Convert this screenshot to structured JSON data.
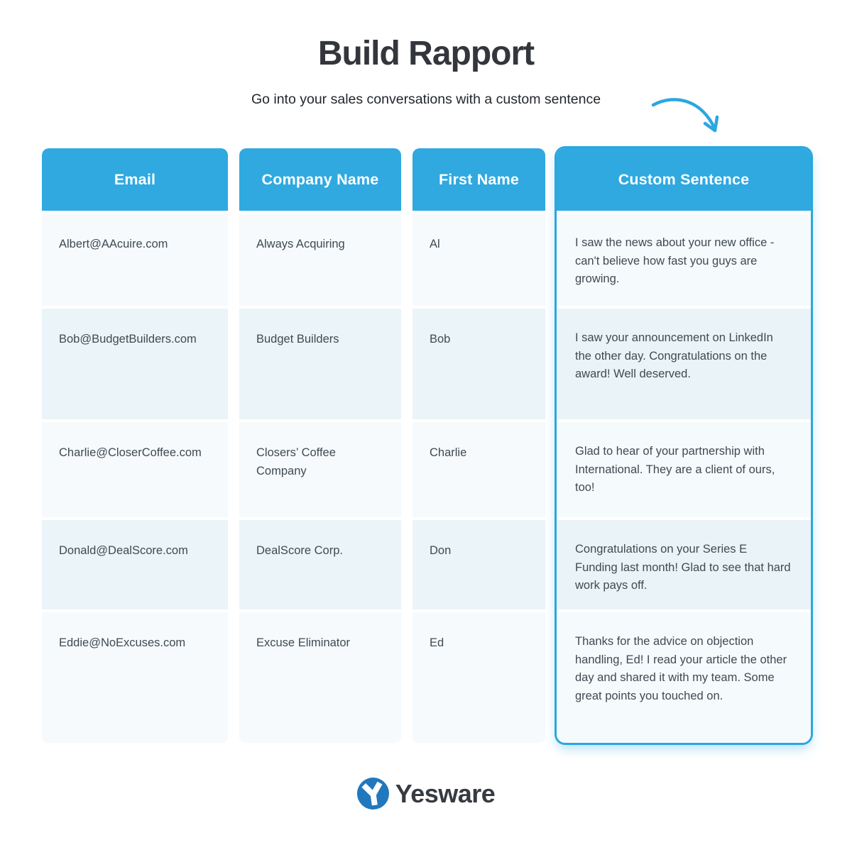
{
  "header": {
    "title": "Build Rapport",
    "subtitle": "Go into your sales conversations with a custom sentence"
  },
  "chart_data": {
    "type": "table",
    "title": "Build Rapport",
    "columns": [
      "Email",
      "Company Name",
      "First Name",
      "Custom Sentence"
    ],
    "rows": [
      [
        "Albert@AAcuire.com",
        "Always Acquiring",
        "Al",
        "I saw the news about your new office - can't believe how fast you guys are growing."
      ],
      [
        "Bob@BudgetBuilders.com",
        "Budget Builders",
        "Bob",
        "I saw your announcement on LinkedIn the other day. Congratulations on the award! Well deserved."
      ],
      [
        "Charlie@CloserCoffee.com",
        "Closers’ Coffee Company",
        "Charlie",
        "Glad to hear of your partnership with International. They are a client of ours, too!"
      ],
      [
        "Donald@DealScore.com",
        "DealScore Corp.",
        "Don",
        "Congratulations on your Series E Funding last month! Glad to see that hard work pays off."
      ],
      [
        "Eddie@NoExcuses.com",
        "Excuse Eliminator",
        "Ed",
        "Thanks for the advice on objection handling, Ed! I read your article the other day and shared it with my team. Some great points you touched on."
      ]
    ],
    "highlighted_column": "Custom Sentence",
    "legend": "none",
    "grid": "off"
  },
  "footer": {
    "brand": "Yesware",
    "logo_letter": "Y"
  },
  "colors": {
    "accent_blue": "#2fa9e0",
    "column_border_blue": "#2aa7df",
    "row_light": "#f6fafc",
    "row_dark": "#ebf4f8",
    "cell_text": "#3f4a53",
    "title_text": "#33363c",
    "logo_circle_blue": "#2278bd",
    "brand_text": "#363b41"
  }
}
